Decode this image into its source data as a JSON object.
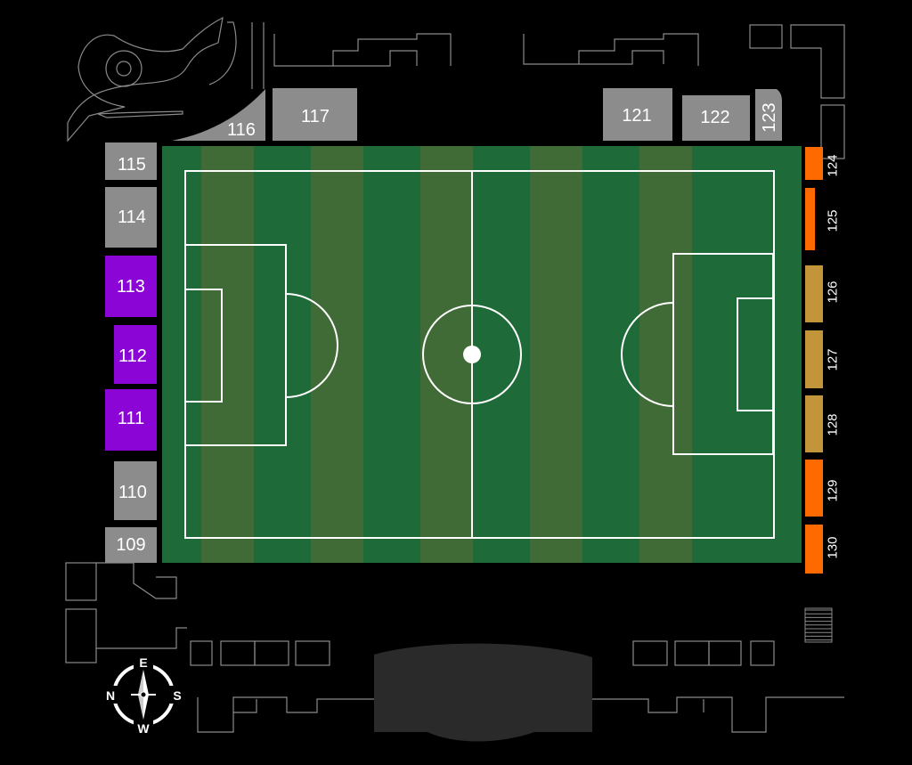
{
  "colors": {
    "background": "#000000",
    "pitch_light": "#406b36",
    "pitch_dark": "#1e6a38",
    "section_default": "#8c8c8c",
    "section_purple": "#8a05d6",
    "section_orange": "#ff6a00",
    "section_gold": "#c2953a",
    "building_outline": "#8a8a8a",
    "concourse": "#2a2a2a"
  },
  "sections": [
    {
      "id": "109",
      "label": "109",
      "status": "default"
    },
    {
      "id": "110",
      "label": "110",
      "status": "default"
    },
    {
      "id": "111",
      "label": "111",
      "status": "purple"
    },
    {
      "id": "112",
      "label": "112",
      "status": "purple"
    },
    {
      "id": "113",
      "label": "113",
      "status": "purple"
    },
    {
      "id": "114",
      "label": "114",
      "status": "default"
    },
    {
      "id": "115",
      "label": "115",
      "status": "default"
    },
    {
      "id": "116",
      "label": "116",
      "status": "default"
    },
    {
      "id": "117",
      "label": "117",
      "status": "default"
    },
    {
      "id": "121",
      "label": "121",
      "status": "default"
    },
    {
      "id": "122",
      "label": "122",
      "status": "default"
    },
    {
      "id": "123",
      "label": "123",
      "status": "default"
    },
    {
      "id": "124",
      "label": "124",
      "status": "orange"
    },
    {
      "id": "125",
      "label": "125",
      "status": "orange"
    },
    {
      "id": "126",
      "label": "126",
      "status": "gold"
    },
    {
      "id": "127",
      "label": "127",
      "status": "gold"
    },
    {
      "id": "128",
      "label": "128",
      "status": "gold"
    },
    {
      "id": "129",
      "label": "129",
      "status": "orange"
    },
    {
      "id": "130",
      "label": "130",
      "status": "orange"
    }
  ],
  "compass": {
    "top": "E",
    "bottom": "W",
    "left": "N",
    "right": "S"
  },
  "icons": {
    "compass": "compass-rose-icon",
    "stairs": "stairs-icon"
  }
}
